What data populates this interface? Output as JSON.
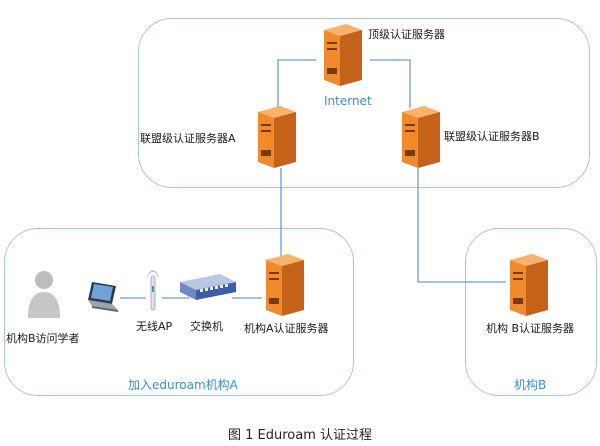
{
  "regions": {
    "internet_label": "Internet",
    "institution_a_label": "加入eduroam机构A",
    "institution_b_label": "机构B"
  },
  "nodes": {
    "top_server": "顶级认证服务器",
    "federation_a": "联盟级认证服务器A",
    "federation_b": "联盟级认证服务器B",
    "inst_a_server": "机构A认证服务器",
    "inst_b_server": "机构 B认证服务器",
    "switch": "交换机",
    "wireless_ap": "无线AP",
    "visitor": "机构B访问学者"
  },
  "caption": "图 1  Eduroam 认证过程",
  "colors": {
    "server_front": "#f08a2c",
    "server_side": "#c4621a",
    "server_top": "#f7b26b",
    "link_line": "#6d9ccd",
    "region_border": "#a9c4de",
    "label_blue": "#3a8fd1"
  }
}
